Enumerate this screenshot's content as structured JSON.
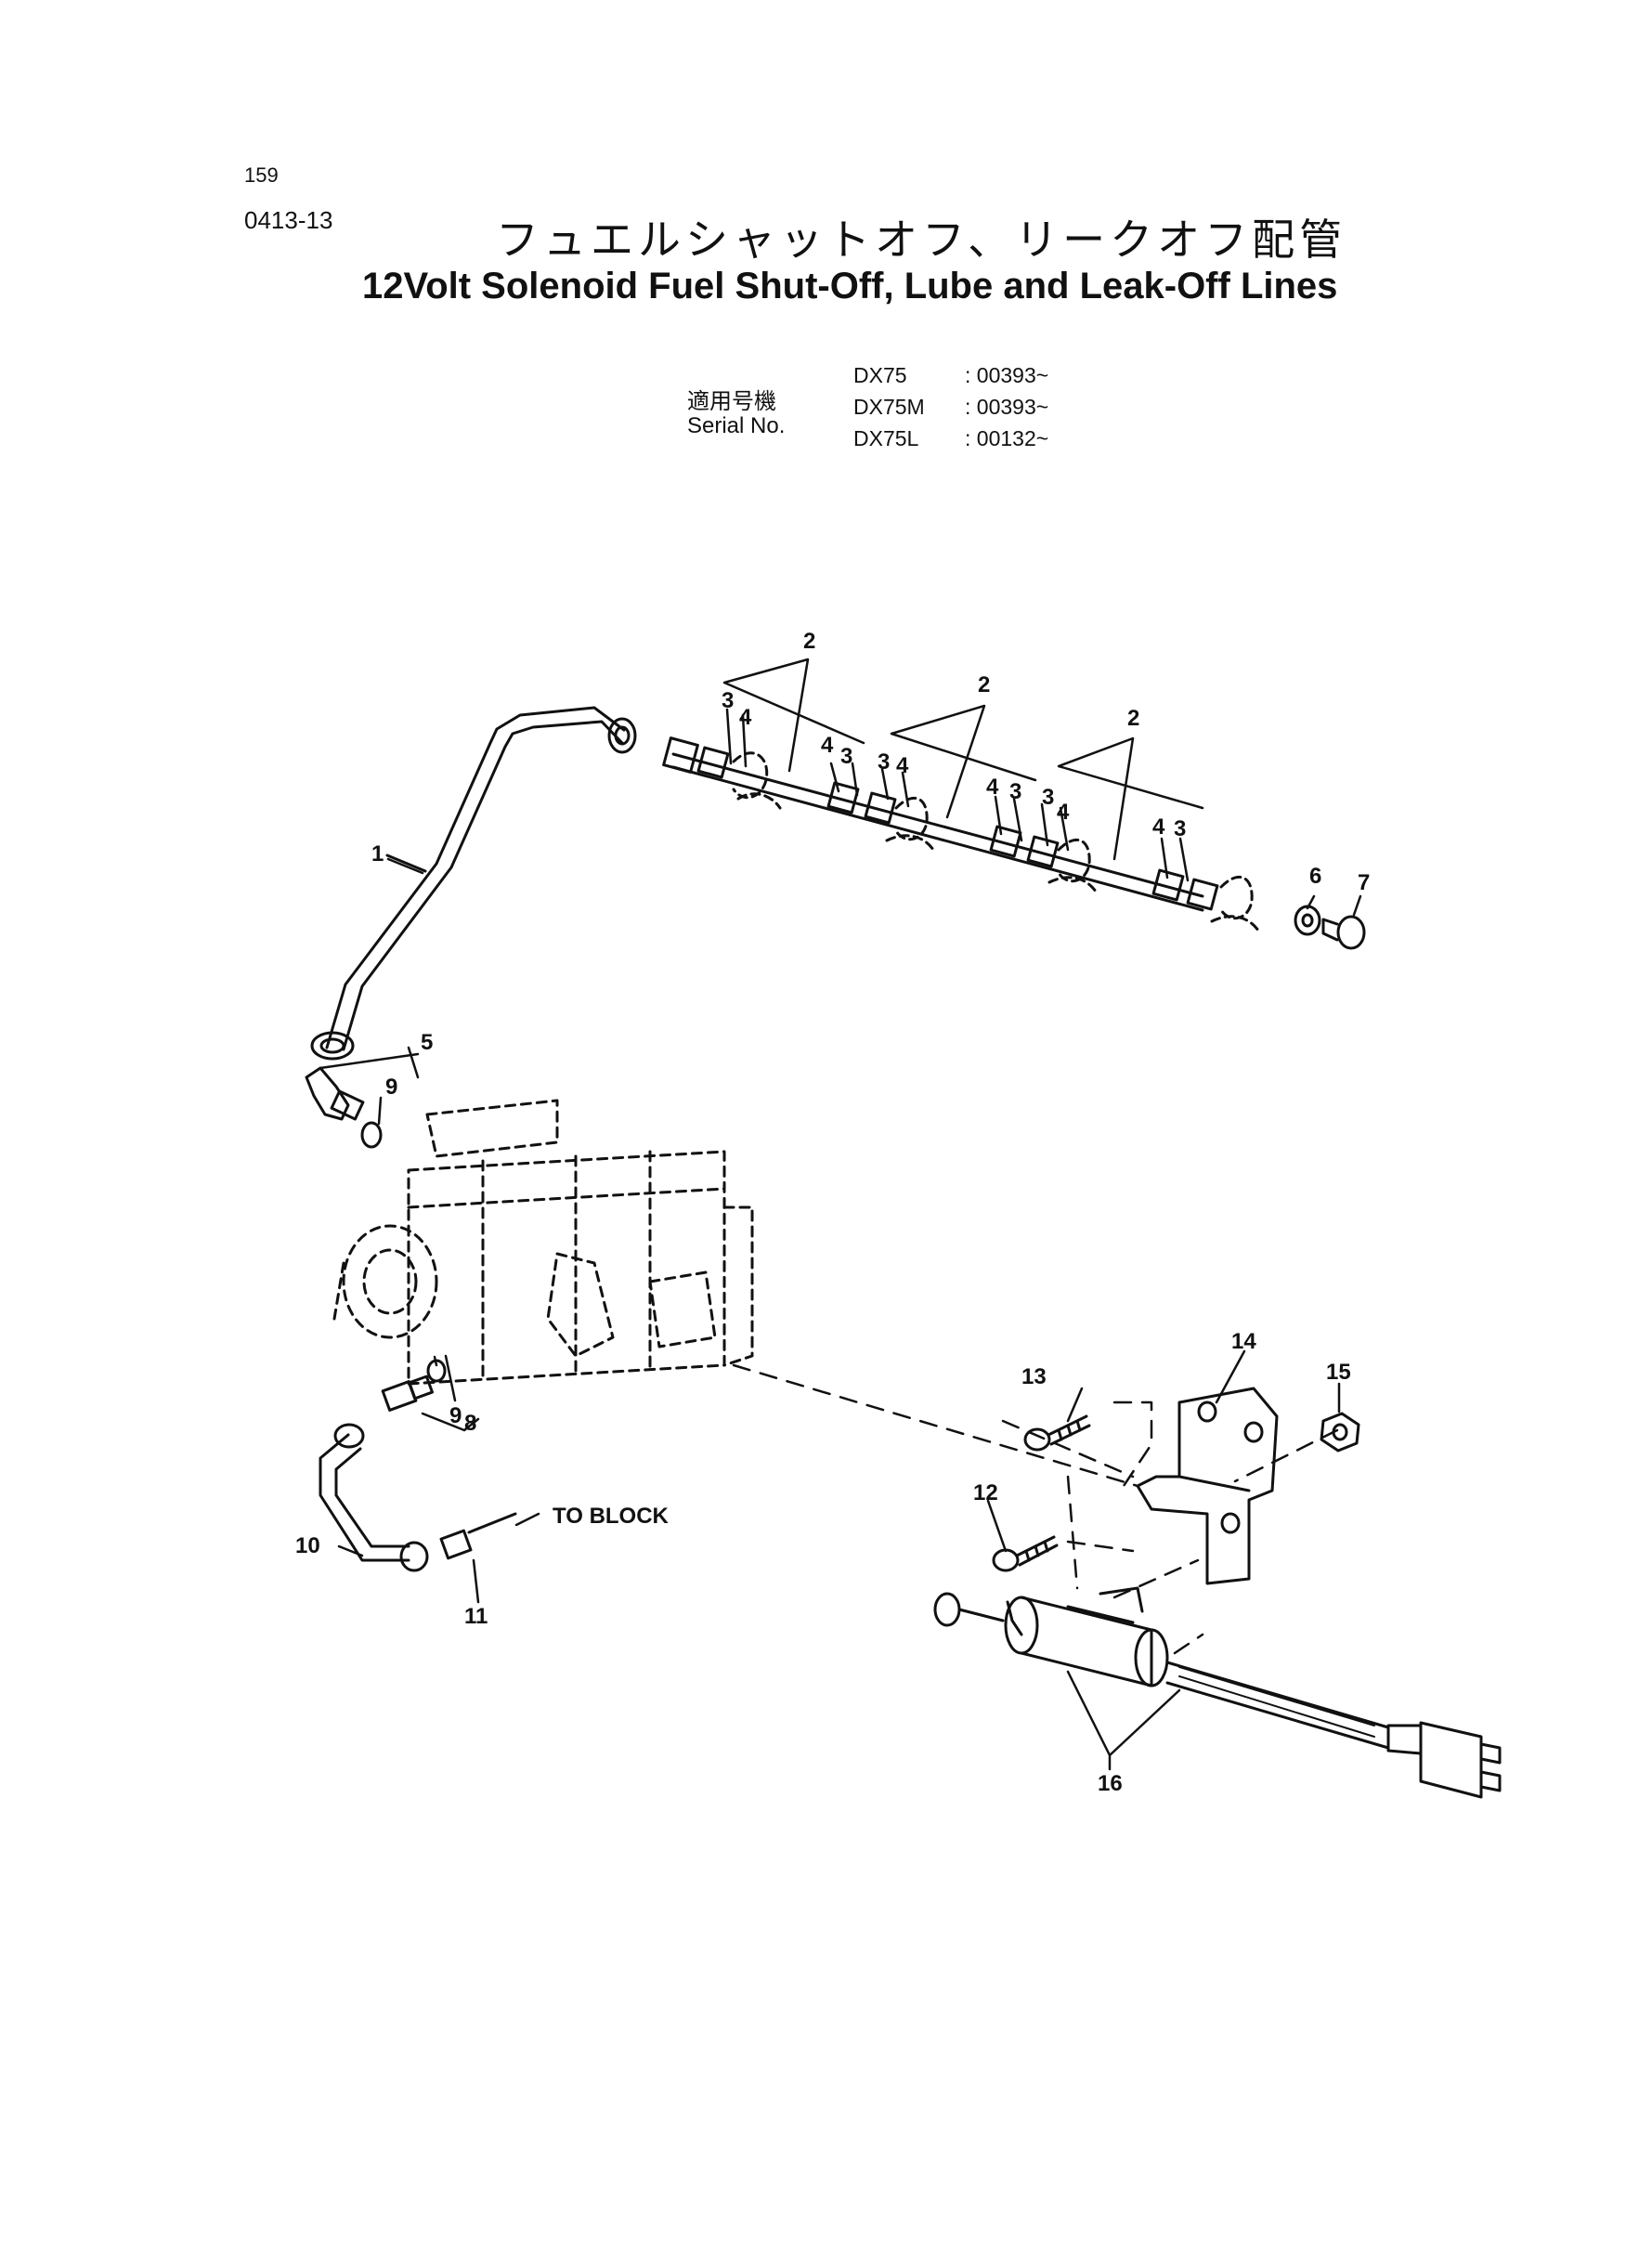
{
  "header": {
    "page_number": "159",
    "section_code": "0413-13",
    "title_jp": "フュエルシャットオフ、リークオフ配管",
    "title_en": "12Volt Solenoid Fuel Shut-Off, Lube and Leak-Off Lines"
  },
  "serial_info": {
    "label_jp": "適用号機",
    "label_en": "Serial No.",
    "rows": [
      {
        "model": "DX75",
        "serial": ": 00393~"
      },
      {
        "model": "DX75M",
        "serial": ": 00393~"
      },
      {
        "model": "DX75L",
        "serial": ": 00132~"
      }
    ]
  },
  "diagram": {
    "note_to_block": "TO BLOCK",
    "callouts": [
      "1",
      "2",
      "2",
      "2",
      "3",
      "4",
      "4",
      "3",
      "3",
      "4",
      "4",
      "3",
      "3",
      "4",
      "4",
      "3",
      "5",
      "6",
      "7",
      "8",
      "9",
      "9",
      "10",
      "11",
      "12",
      "13",
      "14",
      "15",
      "16"
    ]
  }
}
